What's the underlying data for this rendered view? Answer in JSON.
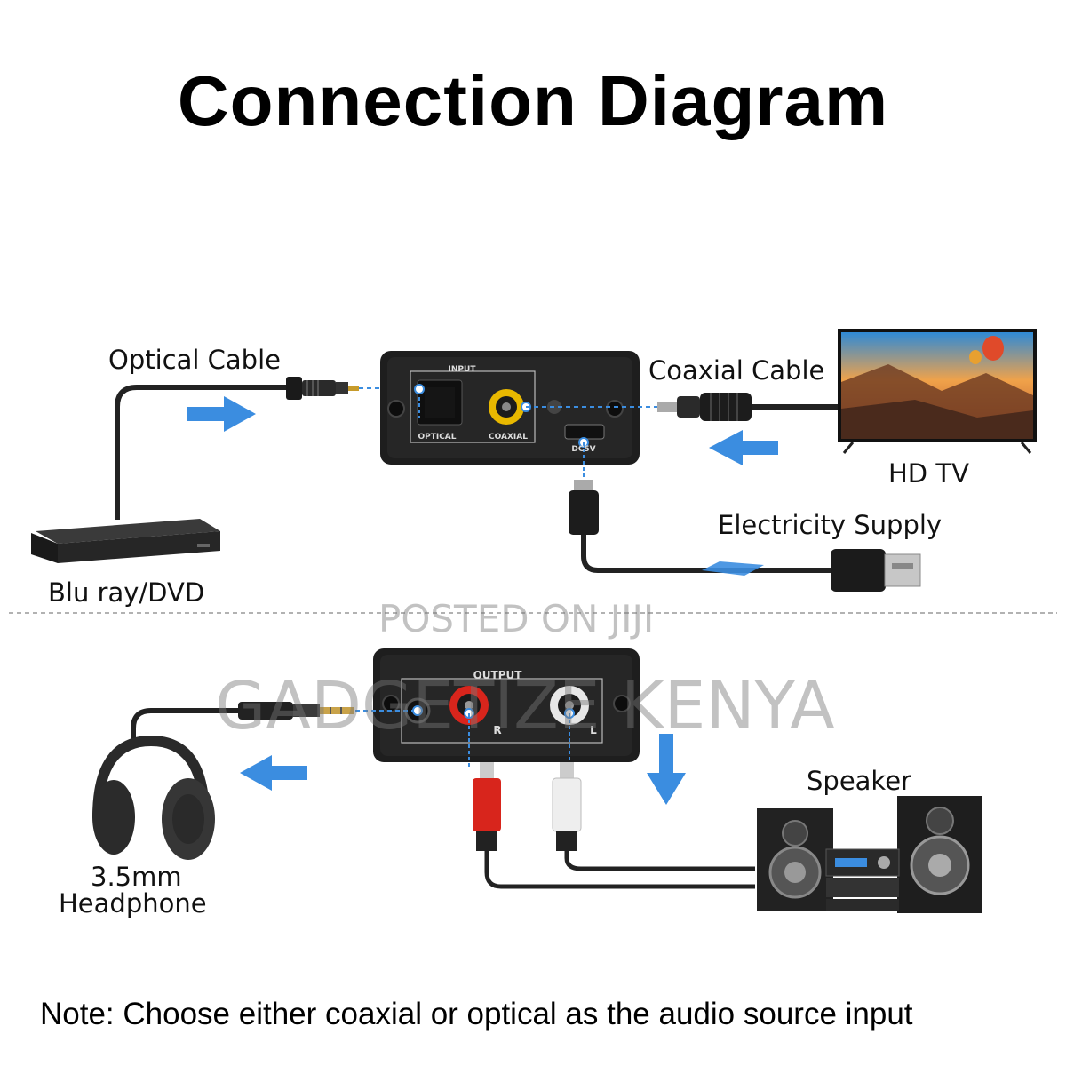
{
  "title": "Connection Diagram",
  "labels": {
    "optical_cable": "Optical Cable",
    "coaxial_cable": "Coaxial Cable",
    "hd_tv": "HD TV",
    "electricity_supply": "Electricity Supply",
    "bluray": "Blu ray/DVD",
    "speaker": "Speaker",
    "headphone_line1": "3.5mm",
    "headphone_line2": "Headphone"
  },
  "device_top": {
    "input_label": "INPUT",
    "optical_port": "OPTICAL",
    "coaxial_port": "COAXIAL",
    "dc_port": "DC5V"
  },
  "device_bottom": {
    "output_label": "OUTPUT",
    "r_port": "R",
    "l_port": "L"
  },
  "watermark": {
    "line1": "POSTED ON JIJI",
    "line2": "GADGETIZE KENYA"
  },
  "note": "Note: Choose either coaxial or optical as the audio source input",
  "colors": {
    "arrow": "#3b8de0",
    "device": "#1e1e1e",
    "coax_ring": "#e8b800",
    "rca_red": "#d8251c",
    "rca_white": "#e6e6e6"
  }
}
